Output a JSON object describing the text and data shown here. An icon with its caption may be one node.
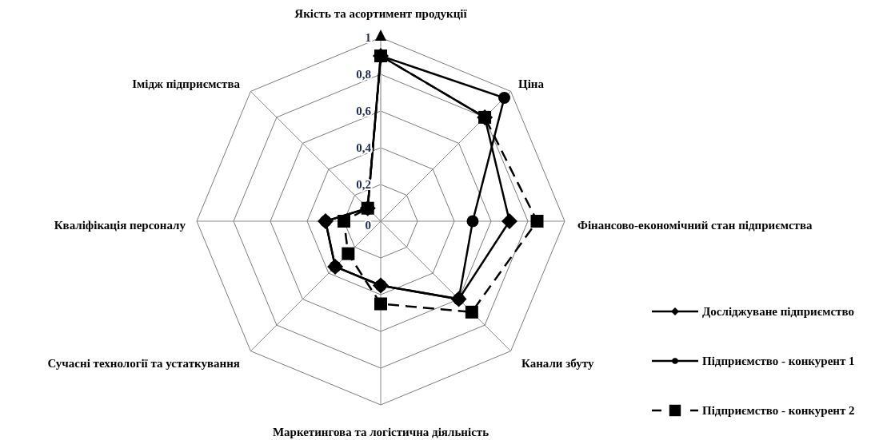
{
  "diagram": {
    "chart_data": {
      "type": "radar",
      "categories": [
        "Якість та асортимент продукції",
        "Ціна",
        "Фінансово-економічний стан підприємства",
        "Канали збуту",
        "Маркетингова та логістична діяльність",
        "Сучасні технології та устаткування",
        "Кваліфікація персоналу",
        "Імідж підприємства"
      ],
      "series": [
        {
          "name": "Досліджуване підприємство",
          "color": "#000000",
          "values": [
            0.9,
            0.8,
            0.7,
            0.6,
            0.35,
            0.35,
            0.3,
            0.1
          ]
        },
        {
          "name": "Підприємство - конкурент 1",
          "color": "#000000",
          "values": [
            0.9,
            0.95,
            0.5,
            0.6,
            0.35,
            0.35,
            0.3,
            0.1
          ]
        },
        {
          "name": "Підприємство - конкурент 2",
          "color": "#000000",
          "values": [
            0.9,
            0.8,
            0.85,
            0.7,
            0.45,
            0.25,
            0.2,
            0.1
          ]
        }
      ],
      "legend": "right",
      "ylim": [
        0,
        1
      ],
      "yticks": [
        {
          "value": 0,
          "label": "0"
        },
        {
          "value": 0.2,
          "label": "0,2"
        },
        {
          "value": 0.4,
          "label": "0,4"
        },
        {
          "value": 0.6,
          "label": "0,6"
        },
        {
          "value": 0.8,
          "label": "0,8"
        },
        {
          "value": 1,
          "label": "1"
        }
      ]
    }
  }
}
